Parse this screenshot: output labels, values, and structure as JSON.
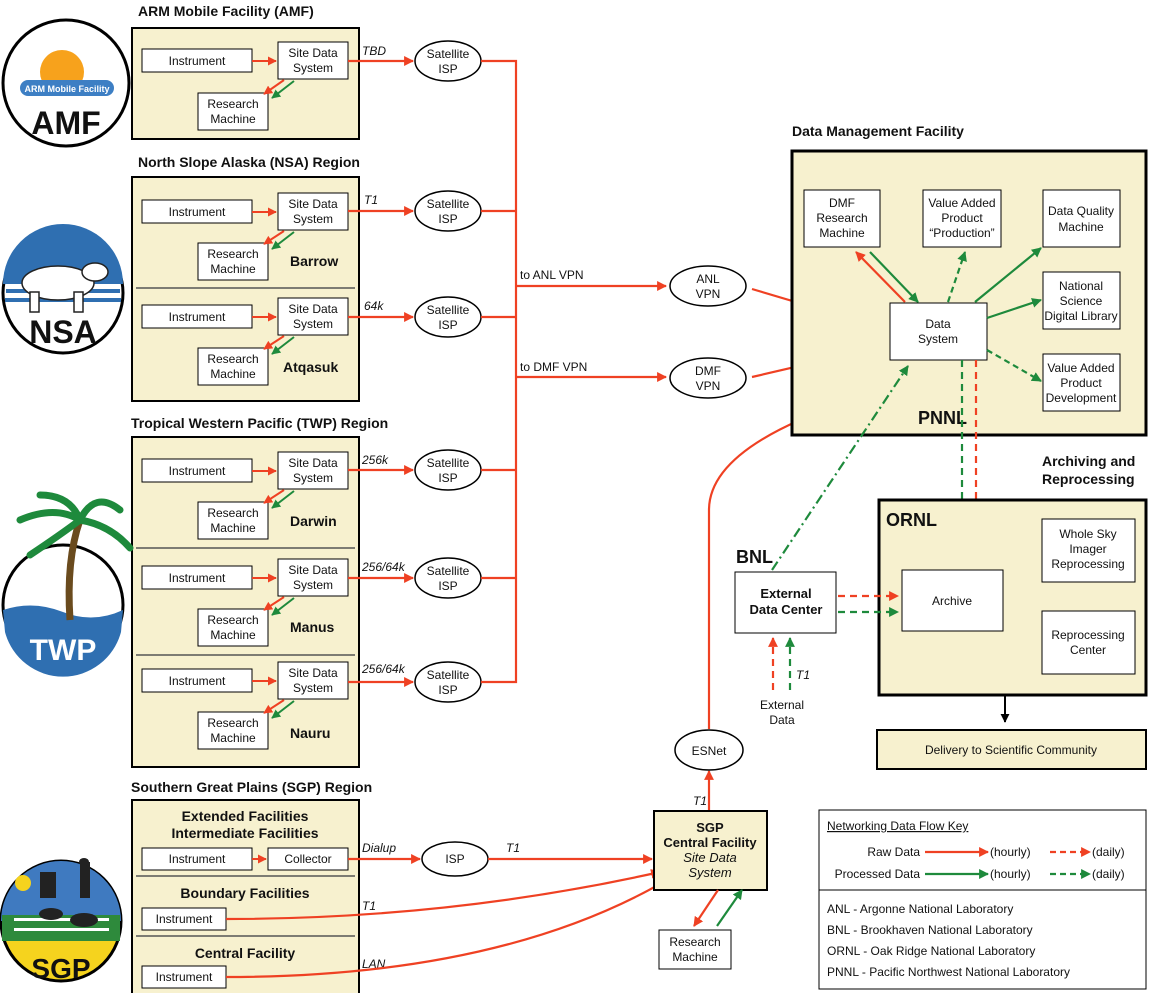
{
  "colors": {
    "raw": "#ef4123",
    "processed": "#1e8a3c",
    "panel": "#f7f1cf",
    "black": "#000000"
  },
  "sections": {
    "amf": "ARM Mobile Facility (AMF)",
    "nsa": "North Slope Alaska (NSA) Region",
    "twp": "Tropical Western Pacific (TWP) Region",
    "sgp": "Southern Great Plains (SGP) Region",
    "dmf": "Data Management Facility",
    "archiving": [
      "Archiving and",
      "Reprocessing"
    ]
  },
  "logos": {
    "amf": "AMF",
    "amf_banner": "ARM Mobile Facility",
    "nsa": "NSA",
    "twp": "TWP",
    "sgp": "SGP"
  },
  "common": {
    "instrument": "Instrument",
    "site_data_system": [
      "Site Data",
      "System"
    ],
    "research_machine": [
      "Research",
      "Machine"
    ],
    "satellite_isp": [
      "Satellite",
      "ISP"
    ],
    "collector": "Collector",
    "isp": "ISP"
  },
  "sites": {
    "barrow": "Barrow",
    "atqasuk": "Atqasuk",
    "darwin": "Darwin",
    "manus": "Manus",
    "nauru": "Nauru"
  },
  "links": {
    "amf": "TBD",
    "barrow": "T1",
    "atqasuk": "64k",
    "darwin": "256k",
    "manus": "256/64k",
    "nauru": "256/64k",
    "dialup": "Dialup",
    "isp_t1": "T1",
    "boundary": "T1",
    "central": "LAN",
    "esnet": "T1",
    "external": "T1"
  },
  "sgp": {
    "ext_facilities": [
      "Extended Facilities",
      "Intermediate Facilities"
    ],
    "boundary": "Boundary Facilities",
    "central": "Central Facility",
    "central_box": [
      "SGP",
      "Central Facility",
      "Site Data",
      "System"
    ]
  },
  "vpn": {
    "to_anl": "to ANL VPN",
    "to_dmf": "to DMF VPN",
    "anl": [
      "ANL",
      "VPN"
    ],
    "dmf": [
      "DMF",
      "VPN"
    ]
  },
  "dmf": {
    "research": [
      "DMF",
      "Research",
      "Machine"
    ],
    "vap_production": [
      "Value Added",
      "Product",
      "“Production”"
    ],
    "dq_machine": [
      "Data Quality",
      "Machine"
    ],
    "nsdl": [
      "National",
      "Science",
      "Digital Library"
    ],
    "vap_dev": [
      "Value Added",
      "Product",
      "Development"
    ],
    "data_system": [
      "Data",
      "System"
    ],
    "pnnl": "PNNL"
  },
  "ornl": {
    "label": "ORNL",
    "wsi": [
      "Whole Sky",
      "Imager",
      "Reprocessing"
    ],
    "archive": "Archive",
    "reproc": [
      "Reprocessing",
      "Center"
    ]
  },
  "bnl": {
    "label": "BNL",
    "edc": [
      "External",
      "Data Center"
    ],
    "ext_data": [
      "External",
      "Data"
    ]
  },
  "esnet": "ESNet",
  "delivery": "Delivery to Scientific Community",
  "key": {
    "title": "Networking Data Flow Key",
    "raw": "Raw Data",
    "processed": "Processed Data",
    "hourly": "(hourly)",
    "daily": "(daily)",
    "abbrev": [
      "ANL - Argonne National Laboratory",
      "BNL - Brookhaven National Laboratory",
      "ORNL - Oak Ridge National Laboratory",
      "PNNL - Pacific Northwest National Laboratory"
    ]
  }
}
